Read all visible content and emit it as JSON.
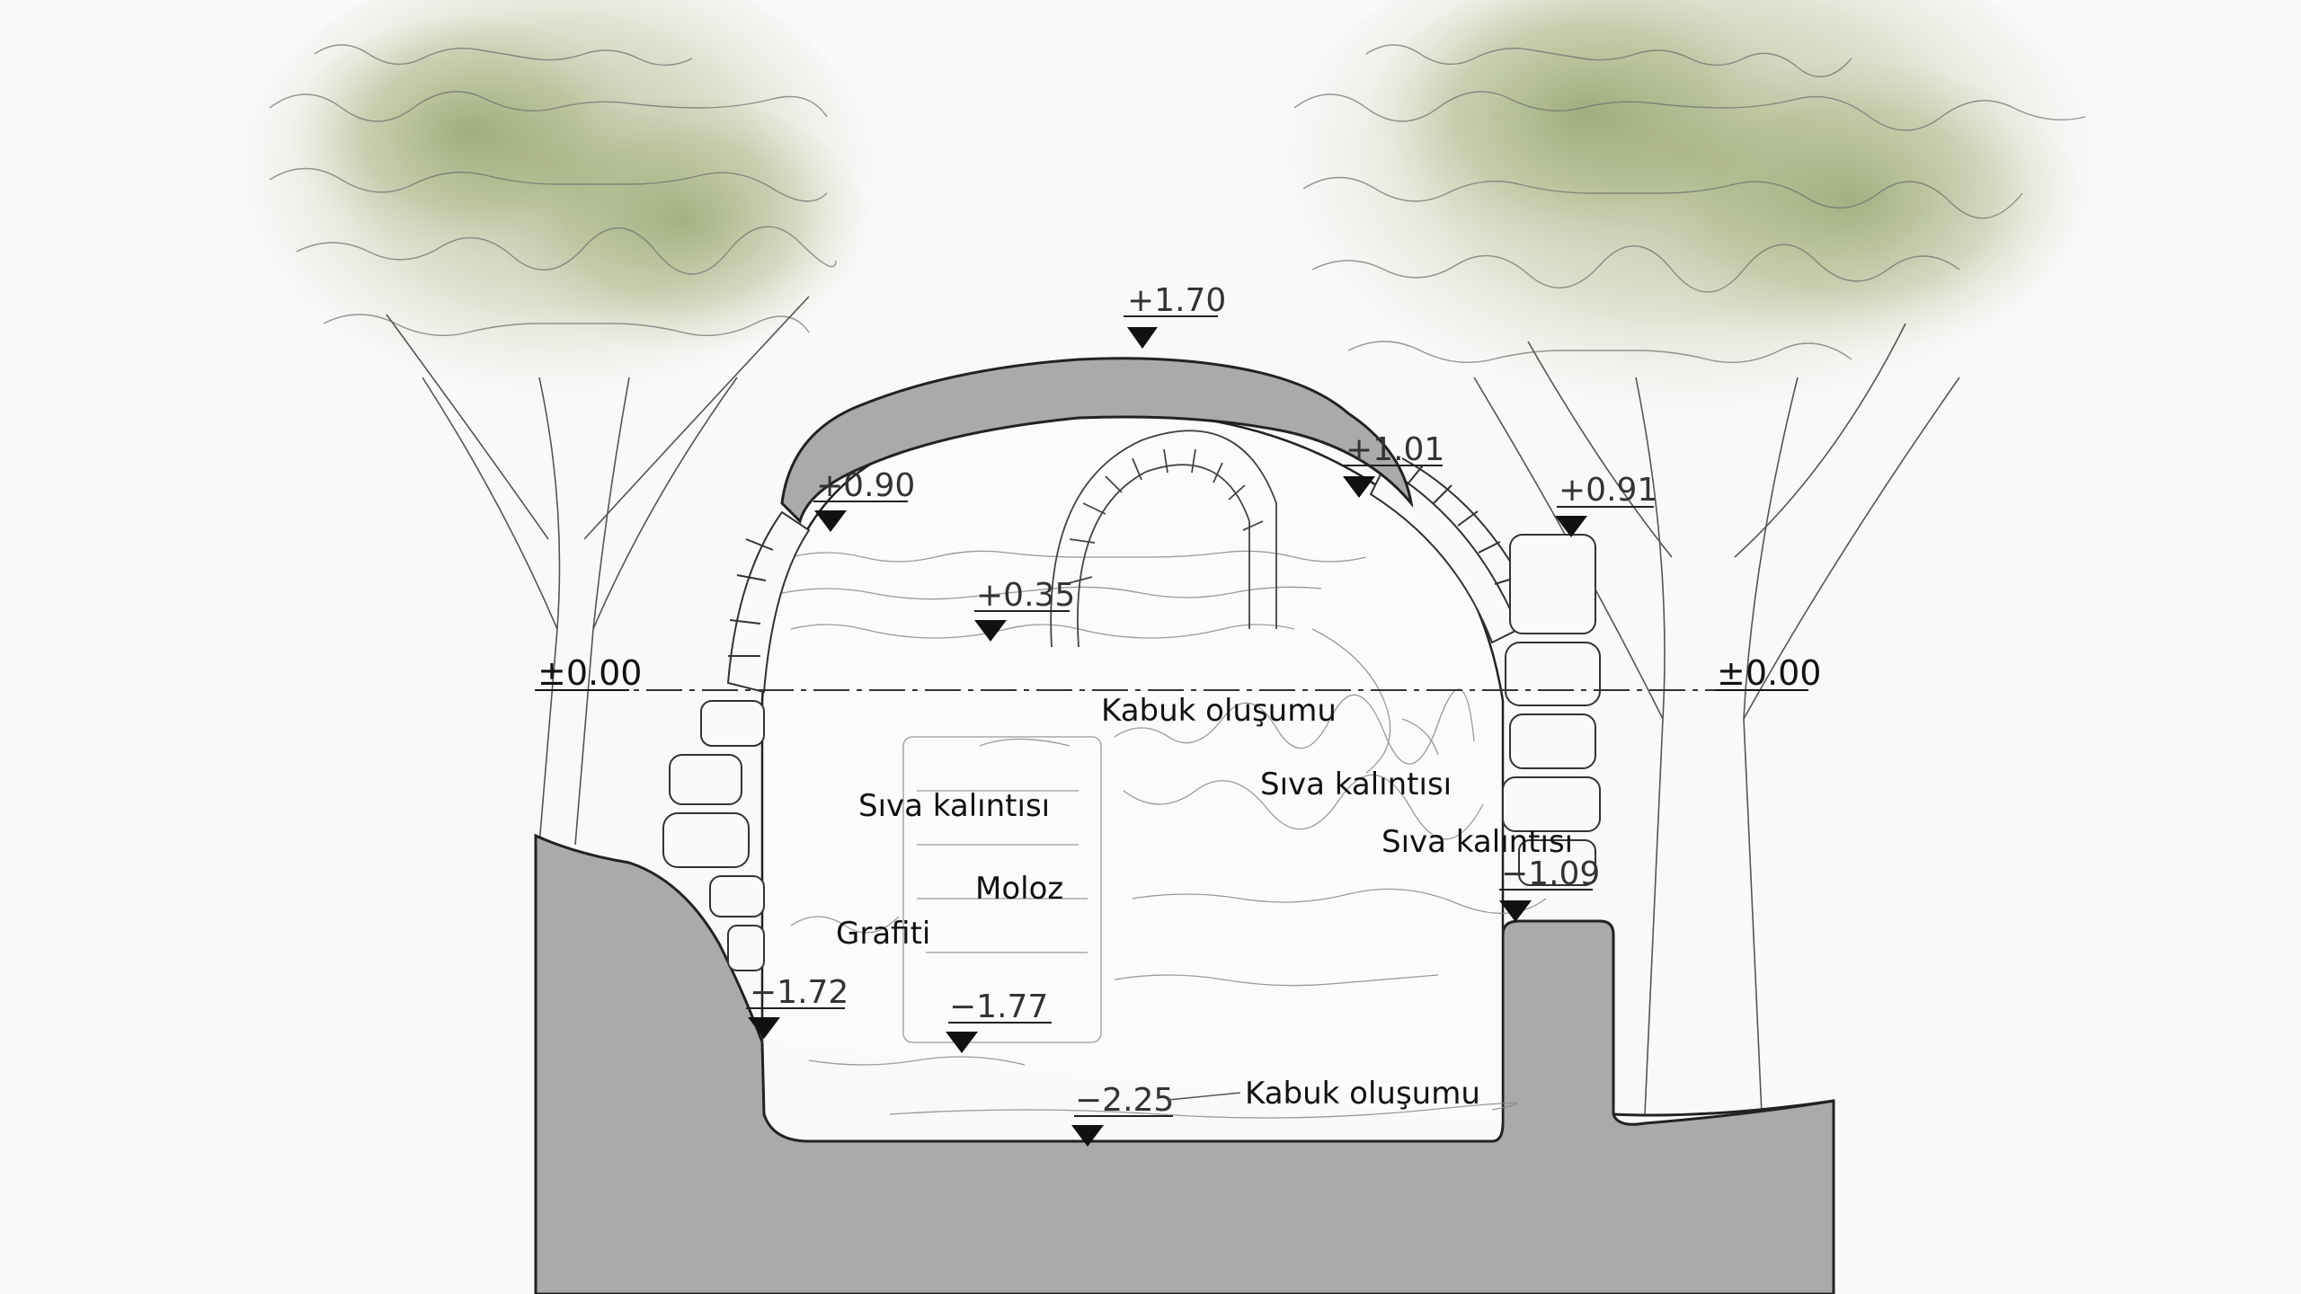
{
  "elevations": [
    {
      "id": "top",
      "value": "+1.70"
    },
    {
      "id": "left-shoulder",
      "value": "+0.90"
    },
    {
      "id": "right-shoulder",
      "value": "+1.01"
    },
    {
      "id": "right-wall",
      "value": "+0.91"
    },
    {
      "id": "inner-arch",
      "value": "+0.35"
    },
    {
      "id": "left-ground",
      "value": "−1.72"
    },
    {
      "id": "rubble",
      "value": "−1.77"
    },
    {
      "id": "right-step",
      "value": "−1.09"
    },
    {
      "id": "floor",
      "value": "−2.25"
    }
  ],
  "datum": {
    "left": "±0.00",
    "right": "±0.00"
  },
  "annotations": {
    "crust_top": "Kabuk oluşumu",
    "plaster_left": "Sıva kalıntısı",
    "plaster_mid": "Sıva kalıntısı",
    "plaster_right": "Sıva kalıntısı",
    "rubble": "Moloz",
    "graffiti": "Grafiti",
    "crust_bottom": "Kabuk oluşumu"
  },
  "colors": {
    "ground": "#aaaaaa",
    "foliage": "#8a9a5b",
    "line": "#222222",
    "background": "#f9f9f9"
  }
}
